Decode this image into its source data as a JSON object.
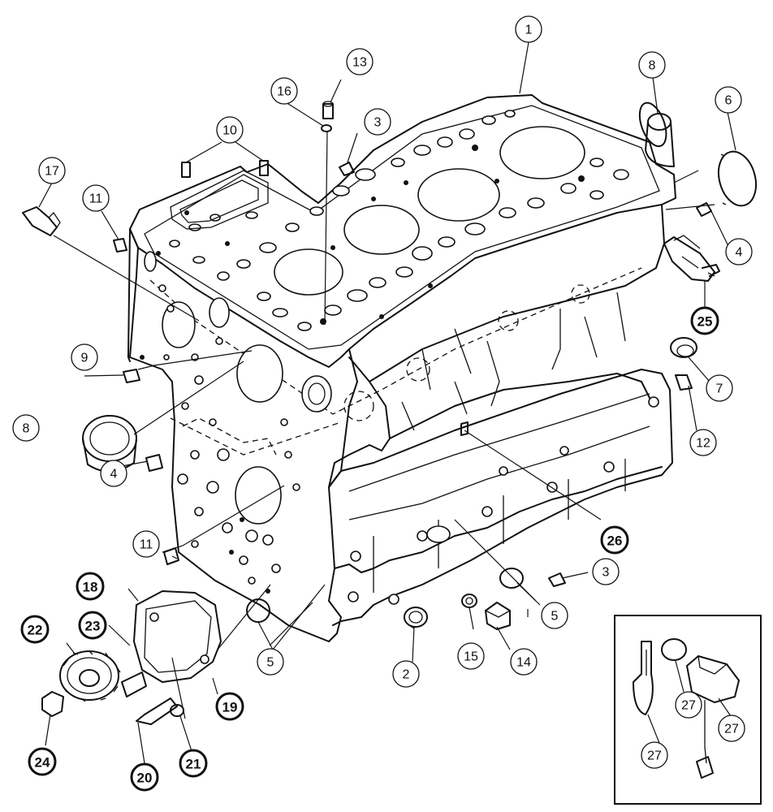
{
  "callouts": [
    {
      "id": "c1",
      "label": "1",
      "bold": false
    },
    {
      "id": "c2",
      "label": "2",
      "bold": false
    },
    {
      "id": "c3a",
      "label": "3",
      "bold": false
    },
    {
      "id": "c3b",
      "label": "3",
      "bold": false
    },
    {
      "id": "c4a",
      "label": "4",
      "bold": false
    },
    {
      "id": "c4b",
      "label": "4",
      "bold": false
    },
    {
      "id": "c5a",
      "label": "5",
      "bold": false
    },
    {
      "id": "c5b",
      "label": "5",
      "bold": false
    },
    {
      "id": "c6",
      "label": "6",
      "bold": false
    },
    {
      "id": "c7",
      "label": "7",
      "bold": false
    },
    {
      "id": "c8a",
      "label": "8",
      "bold": false
    },
    {
      "id": "c8b",
      "label": "8",
      "bold": false
    },
    {
      "id": "c9",
      "label": "9",
      "bold": false
    },
    {
      "id": "c10",
      "label": "10",
      "bold": false
    },
    {
      "id": "c11a",
      "label": "11",
      "bold": false
    },
    {
      "id": "c11b",
      "label": "11",
      "bold": false
    },
    {
      "id": "c12",
      "label": "12",
      "bold": false
    },
    {
      "id": "c13",
      "label": "13",
      "bold": false
    },
    {
      "id": "c14",
      "label": "14",
      "bold": false
    },
    {
      "id": "c15",
      "label": "15",
      "bold": false
    },
    {
      "id": "c16",
      "label": "16",
      "bold": false
    },
    {
      "id": "c17",
      "label": "17",
      "bold": false
    },
    {
      "id": "c18",
      "label": "18",
      "bold": true
    },
    {
      "id": "c19",
      "label": "19",
      "bold": true
    },
    {
      "id": "c20",
      "label": "20",
      "bold": true
    },
    {
      "id": "c21",
      "label": "21",
      "bold": true
    },
    {
      "id": "c22",
      "label": "22",
      "bold": true
    },
    {
      "id": "c23",
      "label": "23",
      "bold": true
    },
    {
      "id": "c24",
      "label": "24",
      "bold": true
    },
    {
      "id": "c25",
      "label": "25",
      "bold": true
    },
    {
      "id": "c26",
      "label": "26",
      "bold": true
    },
    {
      "id": "c27a",
      "label": "27",
      "bold": false
    },
    {
      "id": "c27b",
      "label": "27",
      "bold": false
    },
    {
      "id": "c27c",
      "label": "27",
      "bold": false
    }
  ]
}
